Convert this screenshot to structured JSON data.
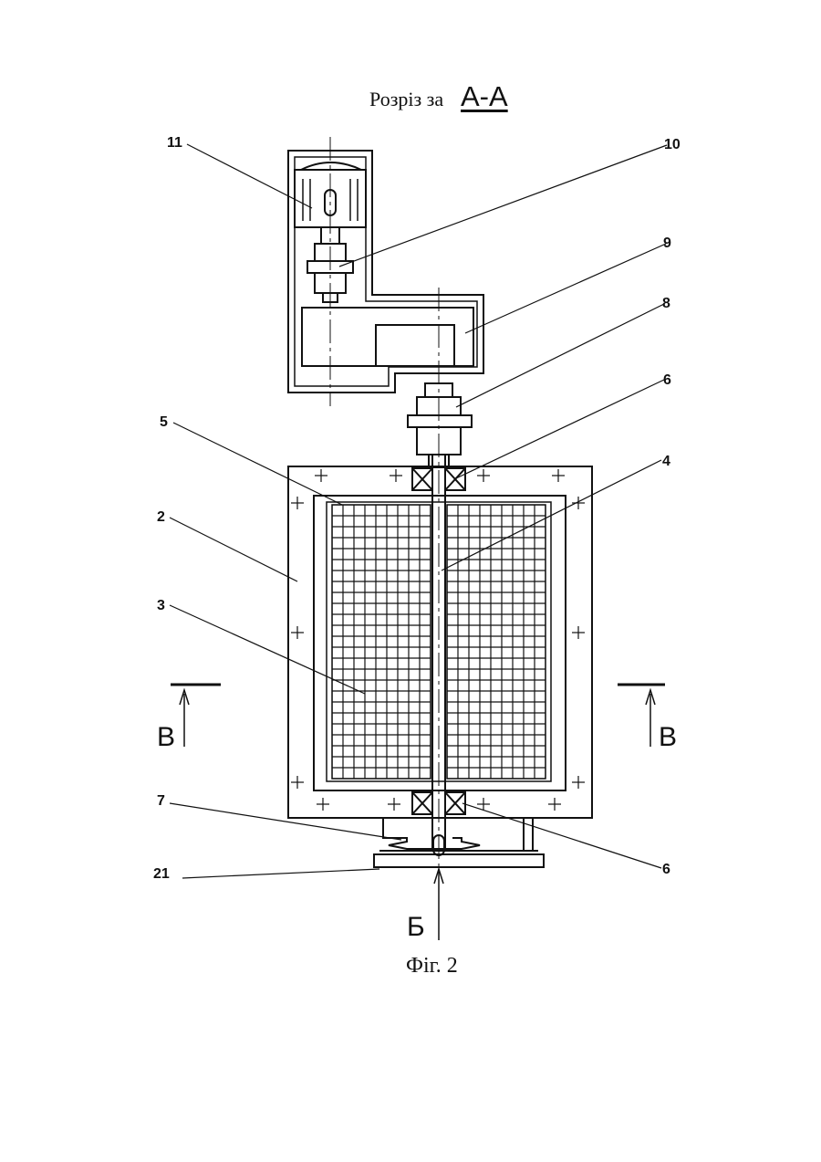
{
  "title": {
    "prefix": "Розріз за",
    "section": "А-А"
  },
  "caption": "Фіг. 2",
  "section_marks": {
    "left": "В",
    "right": "В",
    "bottom": "Б"
  },
  "callouts": [
    {
      "name": "callout-11",
      "label": "11"
    },
    {
      "name": "callout-10",
      "label": "10"
    },
    {
      "name": "callout-9",
      "label": "9"
    },
    {
      "name": "callout-8",
      "label": "8"
    },
    {
      "name": "callout-6-top",
      "label": "6"
    },
    {
      "name": "callout-5",
      "label": "5"
    },
    {
      "name": "callout-4",
      "label": "4"
    },
    {
      "name": "callout-2",
      "label": "2"
    },
    {
      "name": "callout-3",
      "label": "3"
    },
    {
      "name": "callout-7",
      "label": "7"
    },
    {
      "name": "callout-21",
      "label": "21"
    },
    {
      "name": "callout-6-bottom",
      "label": "6"
    }
  ],
  "colors": {
    "ink": "#111111",
    "paper": "#ffffff"
  }
}
